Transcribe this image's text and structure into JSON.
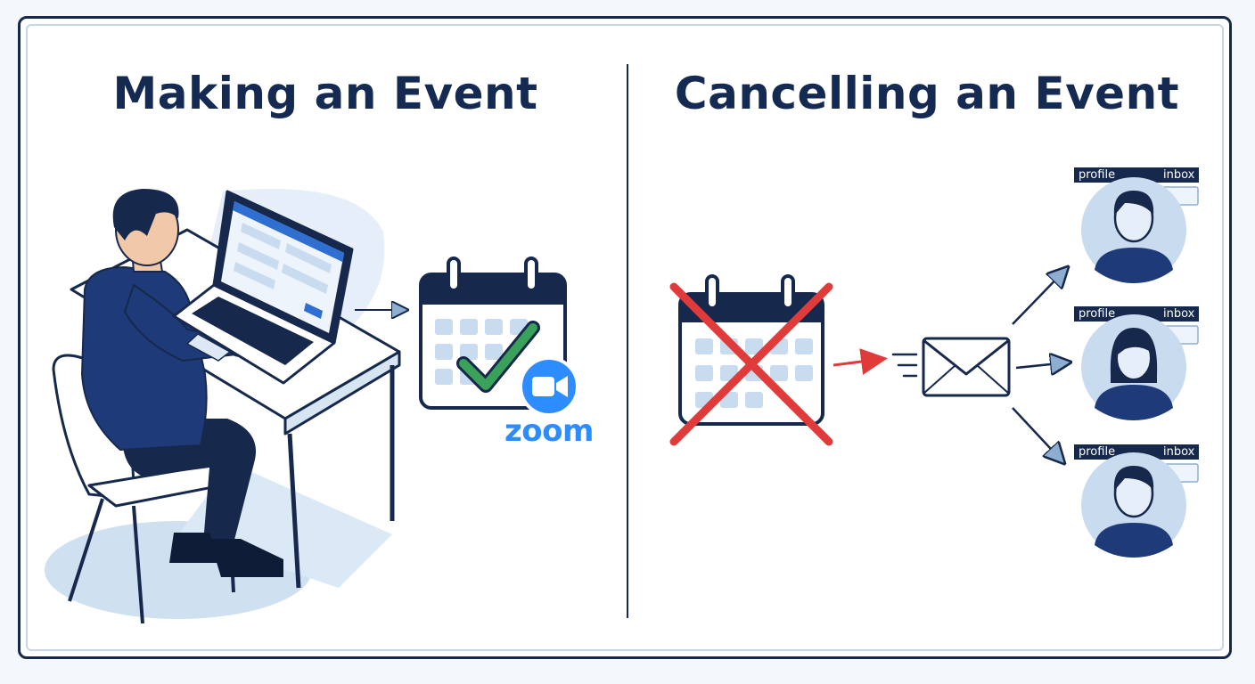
{
  "left_panel": {
    "title": "Making an Event",
    "zoom_label": "zoom"
  },
  "right_panel": {
    "title": "Cancelling an Event",
    "recipients": [
      {
        "profile_label": "profile",
        "inbox_label": "inbox",
        "avatar": "male-avatar-icon"
      },
      {
        "profile_label": "profile",
        "inbox_label": "inbox",
        "avatar": "female-avatar-icon"
      },
      {
        "profile_label": "profile",
        "inbox_label": "inbox",
        "avatar": "male-avatar-icon"
      }
    ]
  },
  "colors": {
    "navy": "#16294d",
    "title_text": "#142a52",
    "accent_blue": "#2d8cff",
    "check_green": "#3aa15a",
    "cancel_red": "#e03a3a",
    "light_blue": "#c9dcef"
  },
  "icons": [
    "calendar-icon",
    "check-icon",
    "zoom-camera-icon",
    "cross-icon",
    "envelope-icon",
    "arrow-icon",
    "laptop-icon",
    "person-icon"
  ]
}
